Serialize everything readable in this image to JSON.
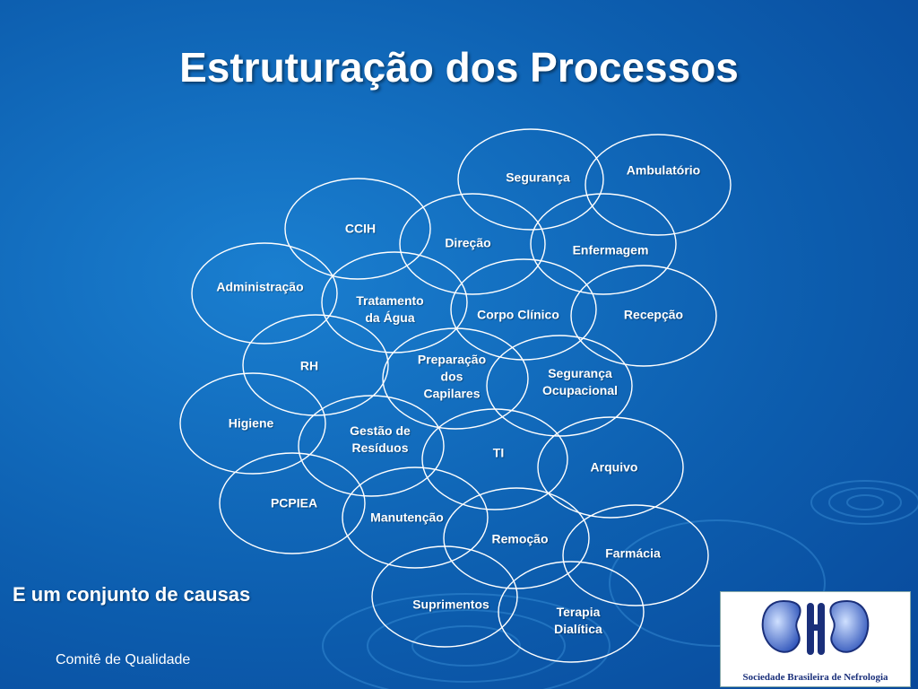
{
  "slide": {
    "title": "Estruturação dos Processos",
    "subtitle": "E um conjunto de causas",
    "footer": "Comitê de Qualidade"
  },
  "logo": {
    "caption": "Sociedade Brasileira de Nefrologia"
  },
  "nodes": [
    {
      "id": "seguranca",
      "label": "Segurança"
    },
    {
      "id": "ambulatorio",
      "label": "Ambulatório"
    },
    {
      "id": "ccih",
      "label": "CCIH"
    },
    {
      "id": "direcao",
      "label": "Direção"
    },
    {
      "id": "enfermagem",
      "label": "Enfermagem"
    },
    {
      "id": "administracao",
      "label": "Administração"
    },
    {
      "id": "tratamento-agua",
      "label": "Tratamento\nda Água"
    },
    {
      "id": "corpo-clinico",
      "label": "Corpo Clínico"
    },
    {
      "id": "recepcao",
      "label": "Recepção"
    },
    {
      "id": "rh",
      "label": "RH"
    },
    {
      "id": "preparacao-capilares",
      "label": "Preparação\ndos\nCapilares"
    },
    {
      "id": "seguranca-ocupacional",
      "label": "Segurança\nOcupacional"
    },
    {
      "id": "higiene",
      "label": "Higiene"
    },
    {
      "id": "gestao-residuos",
      "label": "Gestão de\nResíduos"
    },
    {
      "id": "ti",
      "label": "TI"
    },
    {
      "id": "arquivo",
      "label": "Arquivo"
    },
    {
      "id": "pcpiea",
      "label": "PCPIEA"
    },
    {
      "id": "manutencao",
      "label": "Manutenção"
    },
    {
      "id": "remocao",
      "label": "Remoção"
    },
    {
      "id": "farmacia",
      "label": "Farmácia"
    },
    {
      "id": "suprimentos",
      "label": "Suprimentos"
    },
    {
      "id": "terapia-dialitica",
      "label": "Terapia\nDialítica"
    }
  ]
}
